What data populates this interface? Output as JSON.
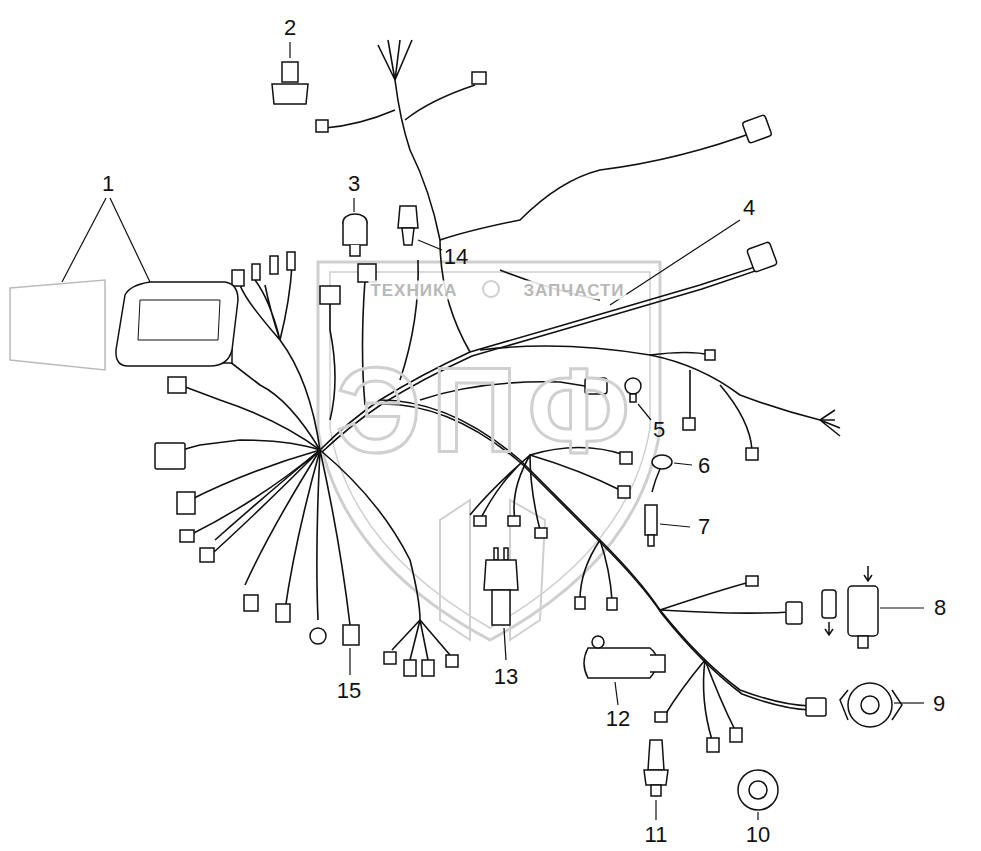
{
  "diagram": {
    "labels": [
      "1",
      "2",
      "3",
      "4",
      "14",
      "5",
      "6",
      "7",
      "8",
      "9",
      "13",
      "15",
      "12",
      "11",
      "10",
      "ТЕХНИКА",
      "ЗАПЧАСТИ",
      "ЭПФ"
    ]
  }
}
